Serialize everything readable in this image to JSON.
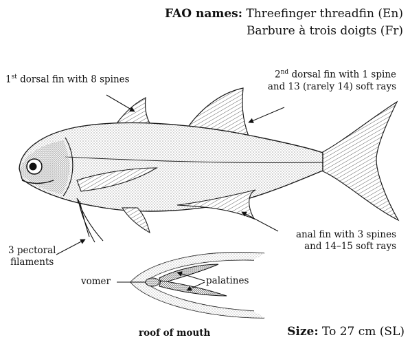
{
  "fao": {
    "heading": "FAO names:",
    "english": "Threefinger threadfin (En)",
    "french": "Barbure à trois doigts (Fr)"
  },
  "labels": {
    "dorsal1_ordinal": "1",
    "dorsal1_sup": "st",
    "dorsal1_text": " dorsal fin with 8 spines",
    "dorsal2_ordinal": "2",
    "dorsal2_sup": "nd",
    "dorsal2_line1": " dorsal fin with 1 spine",
    "dorsal2_line2": "and 13 (rarely 14) soft rays",
    "anal_line1": "anal fin with 3 spines",
    "anal_line2": "and 14–15 soft rays",
    "pectoral_line1": "3 pectoral",
    "pectoral_line2": "filaments",
    "vomer": "vomer",
    "palatines": "palatines",
    "roof": "roof of mouth"
  },
  "size": {
    "heading": "Size:",
    "value": "To 27 cm (SL)"
  },
  "illustration": {
    "subject": "threadfin fish lateral view",
    "detail": "roof of mouth ventral view",
    "ink_color": "#1a1a1a"
  }
}
